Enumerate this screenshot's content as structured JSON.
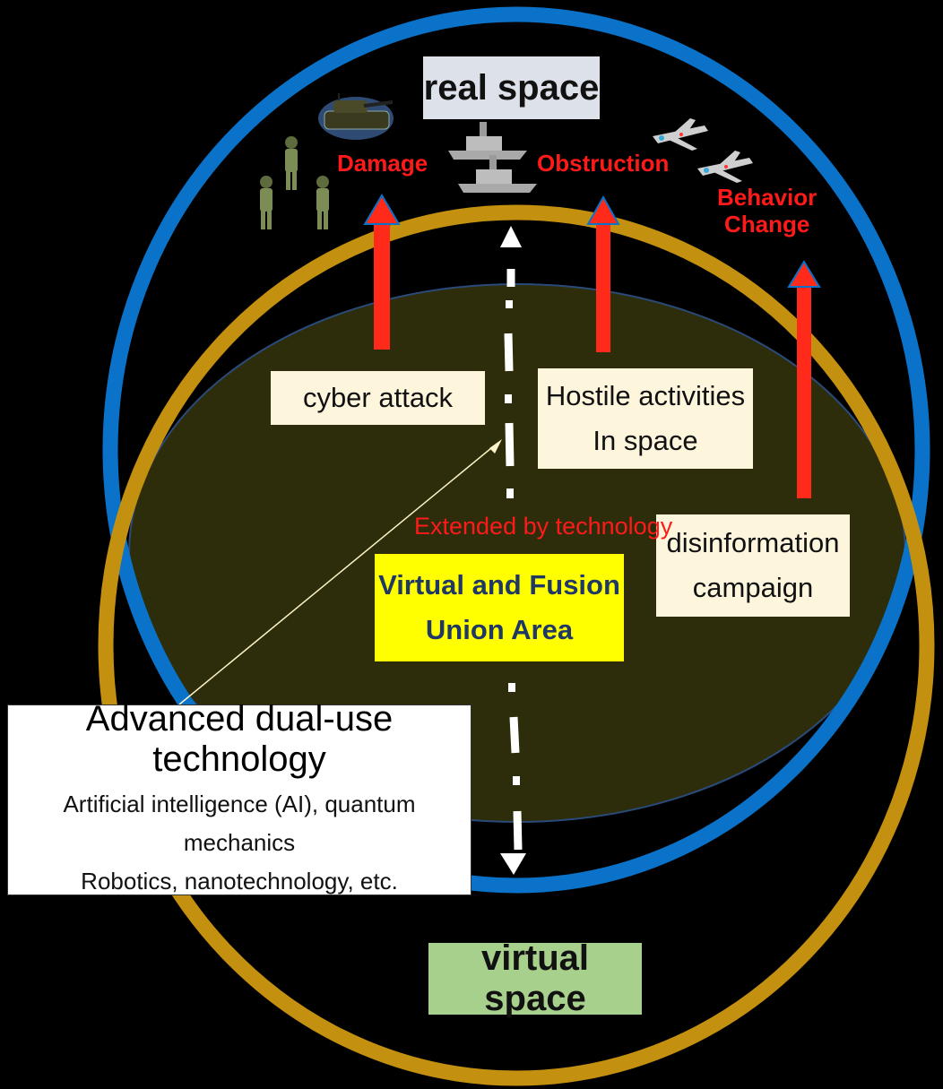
{
  "real_space": "real space",
  "virtual_space": "virtual space",
  "effects": {
    "damage": "Damage",
    "obstruction": "Obstruction",
    "behavior_change": [
      "Behavior",
      "Change"
    ]
  },
  "activities": {
    "cyber_attack": "cyber attack",
    "hostile_activities": [
      "Hostile activities",
      "In space"
    ],
    "disinformation": [
      "disinformation",
      "campaign"
    ]
  },
  "extended_by_technology": "Extended by technology",
  "union_area": [
    "Virtual and Fusion",
    "Union Area"
  ],
  "technology": {
    "title": "Advanced dual-use technology",
    "lines": [
      "Artificial intelligence (AI), quantum",
      "mechanics",
      "Robotics, nanotechnology, etc."
    ]
  },
  "colors": {
    "real_circle": "#0a73c9",
    "virtual_circle": "#c4900f",
    "union_fill": "#2d2d0b",
    "arrow_red": "#ff2a1a",
    "label_red": "#ff1a1a"
  }
}
